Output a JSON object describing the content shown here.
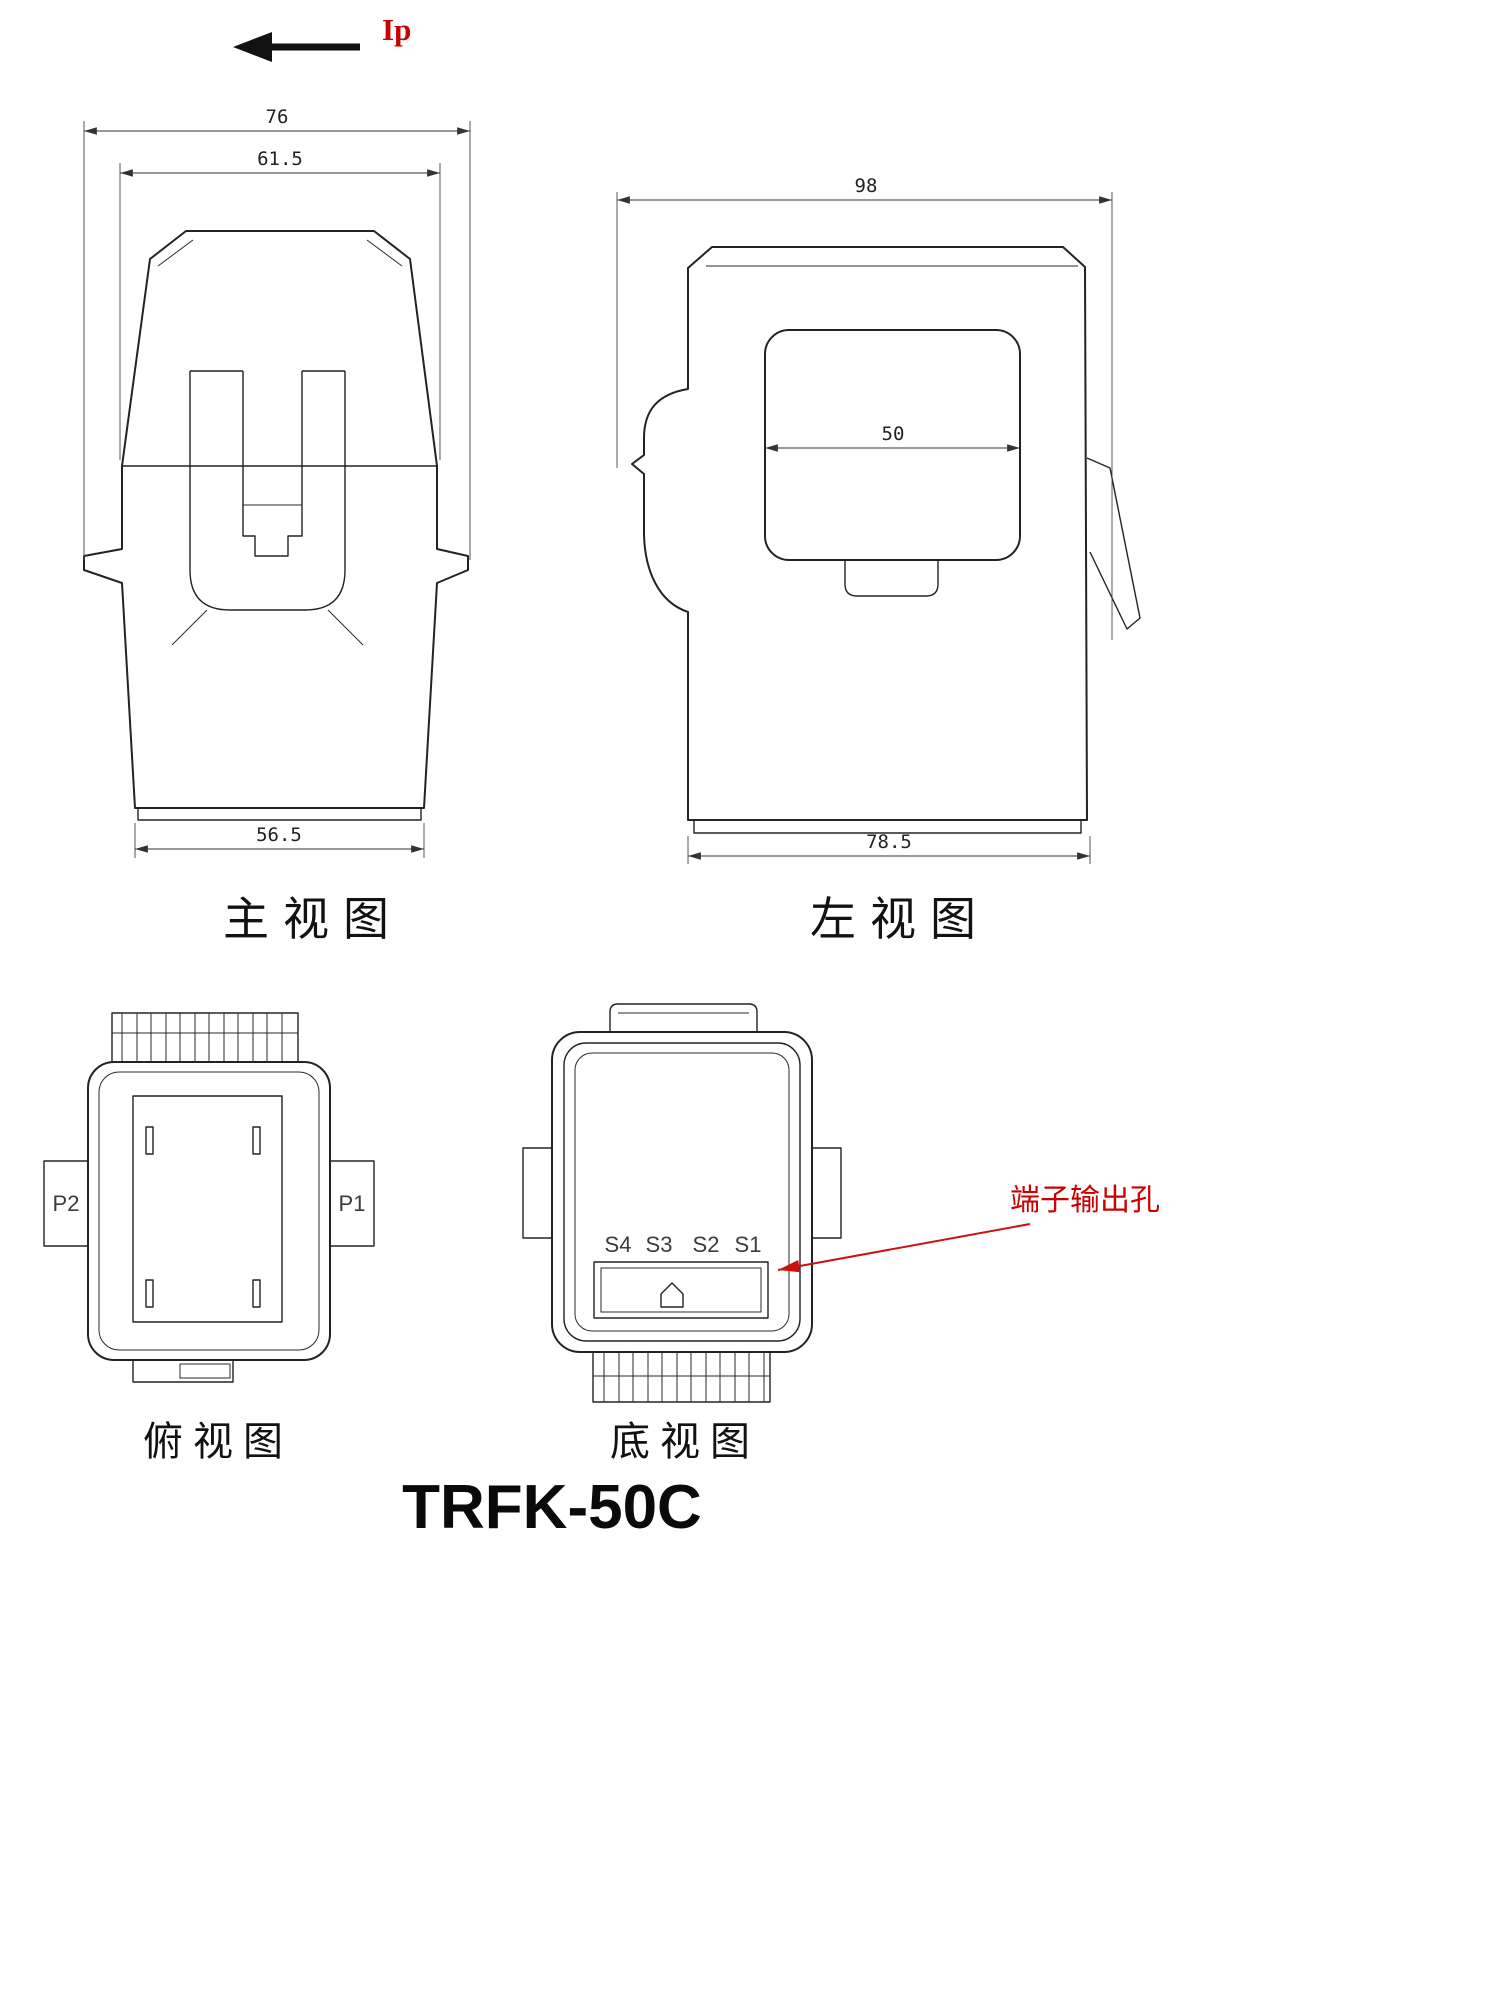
{
  "page": {
    "title": "TRFK-50C",
    "current_arrow_label": "Ip"
  },
  "front_view": {
    "label": "主视图",
    "dim_total_width": "76",
    "dim_inner_width": "61.5",
    "dim_bottom_width": "56.5"
  },
  "left_view": {
    "label": "左视图",
    "dim_total_depth": "98",
    "dim_window": "50",
    "dim_bottom_depth": "78.5"
  },
  "top_view": {
    "label": "俯视图",
    "terminal_left": "P2",
    "terminal_right": "P1"
  },
  "bottom_view": {
    "label": "底视图",
    "terminals": [
      "S4",
      "S3",
      "S2",
      "S1"
    ]
  },
  "annotation": {
    "terminal_output_hole": "端子输出孔"
  },
  "colors": {
    "line": "#232323",
    "dimension": "#333333",
    "accent_red": "#cc0000"
  }
}
